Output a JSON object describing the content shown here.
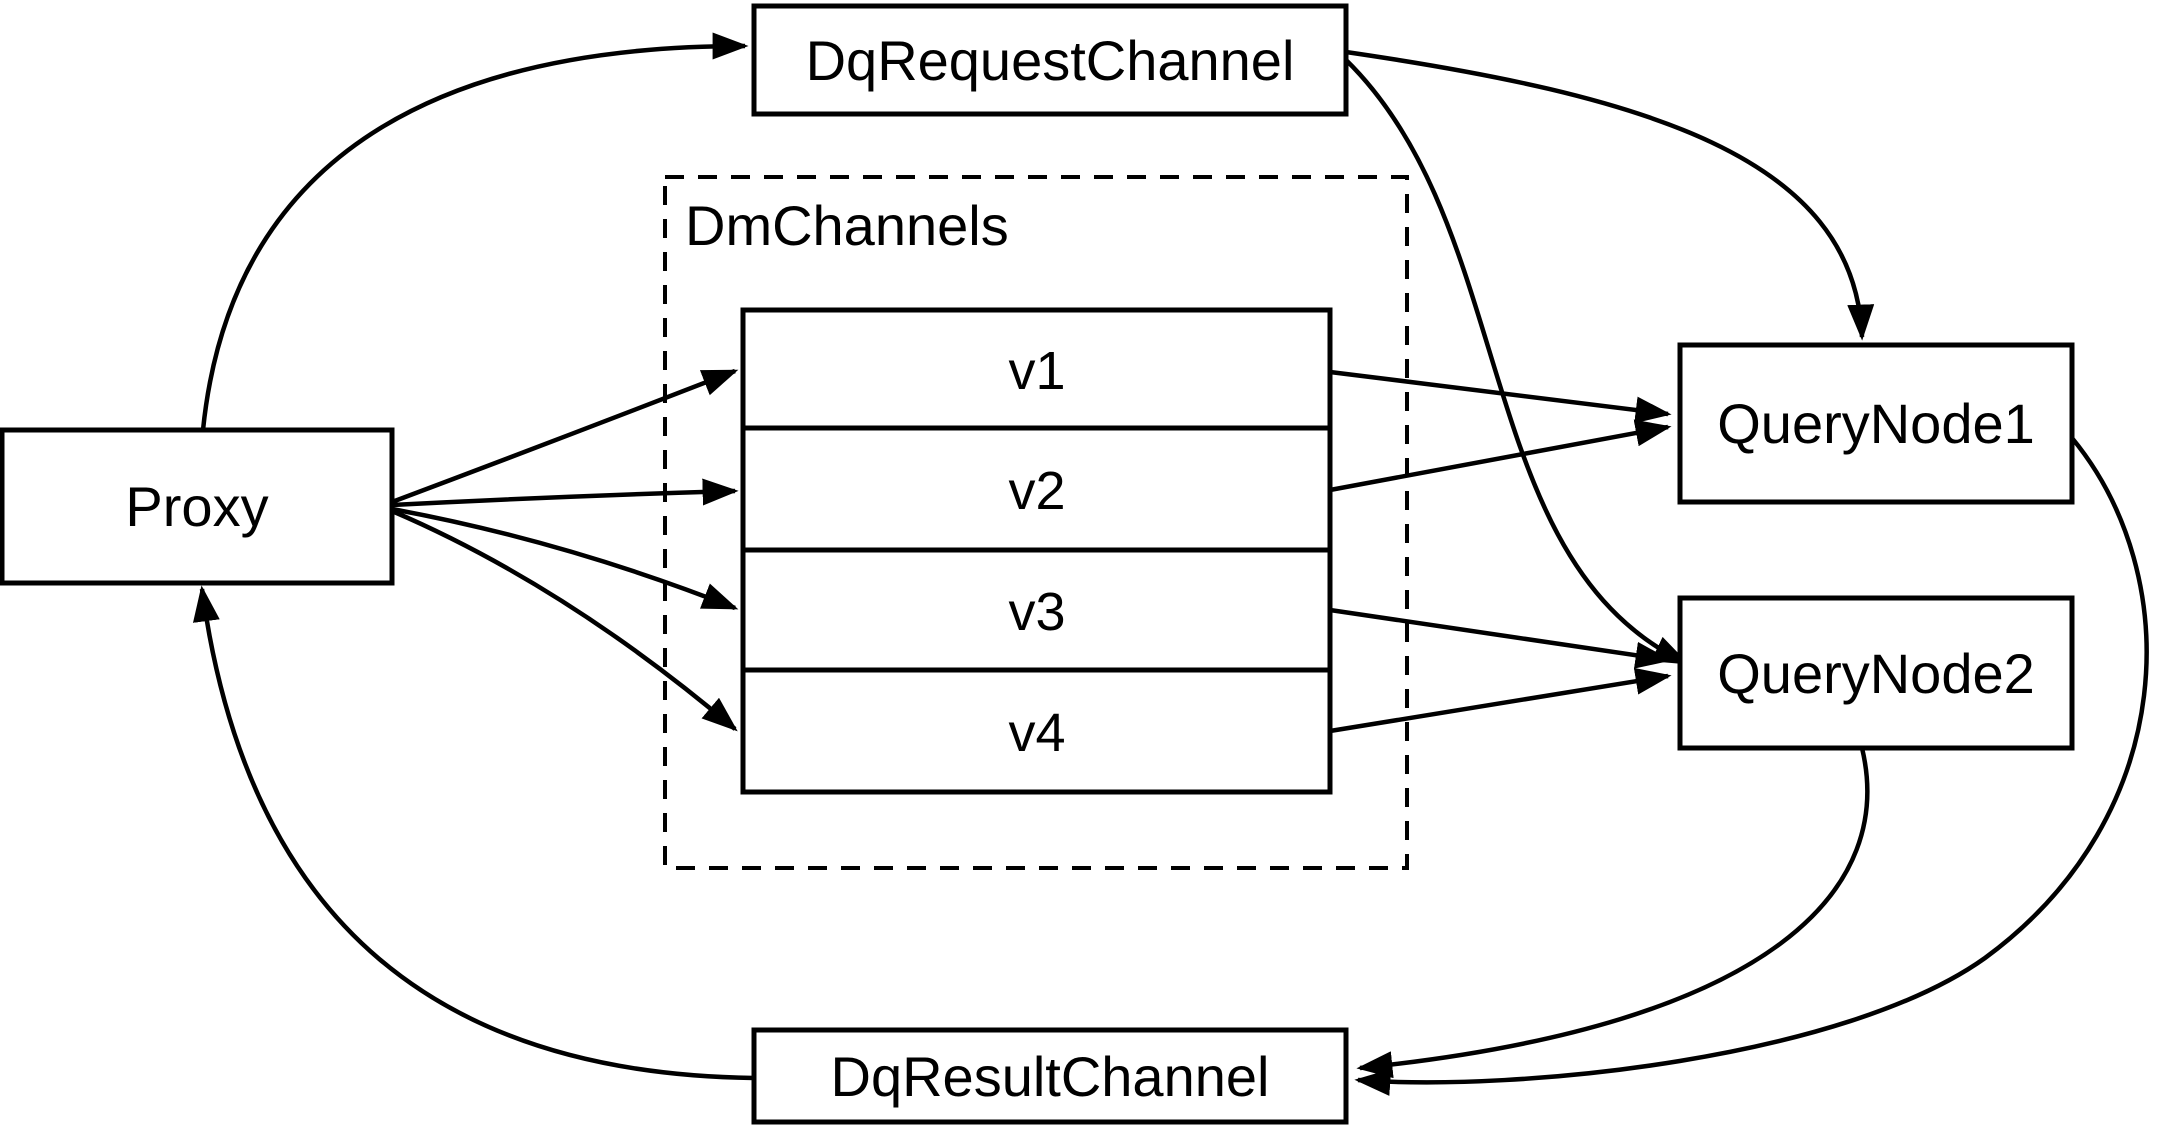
{
  "diagram": {
    "background_color": "#ffffff",
    "stroke_color": "#000000",
    "nodes": {
      "proxy": {
        "label": "Proxy"
      },
      "dq_request_channel": {
        "label": "DqRequestChannel"
      },
      "dm_channels_group": {
        "label": "DmChannels"
      },
      "dm_channel_rows": [
        {
          "label": "v1"
        },
        {
          "label": "v2"
        },
        {
          "label": "v3"
        },
        {
          "label": "v4"
        }
      ],
      "query_node_1": {
        "label": "QueryNode1"
      },
      "query_node_2": {
        "label": "QueryNode2"
      },
      "dq_result_channel": {
        "label": "DqResultChannel"
      }
    },
    "edges": [
      {
        "from": "Proxy",
        "to": "DqRequestChannel"
      },
      {
        "from": "Proxy",
        "to": "v1"
      },
      {
        "from": "Proxy",
        "to": "v2"
      },
      {
        "from": "Proxy",
        "to": "v3"
      },
      {
        "from": "Proxy",
        "to": "v4"
      },
      {
        "from": "v1",
        "to": "QueryNode1"
      },
      {
        "from": "v2",
        "to": "QueryNode1"
      },
      {
        "from": "v3",
        "to": "QueryNode2"
      },
      {
        "from": "v4",
        "to": "QueryNode2"
      },
      {
        "from": "DqRequestChannel",
        "to": "QueryNode1"
      },
      {
        "from": "DqRequestChannel",
        "to": "QueryNode2"
      },
      {
        "from": "QueryNode1",
        "to": "DqResultChannel"
      },
      {
        "from": "QueryNode2",
        "to": "DqResultChannel"
      },
      {
        "from": "DqResultChannel",
        "to": "Proxy"
      }
    ]
  }
}
